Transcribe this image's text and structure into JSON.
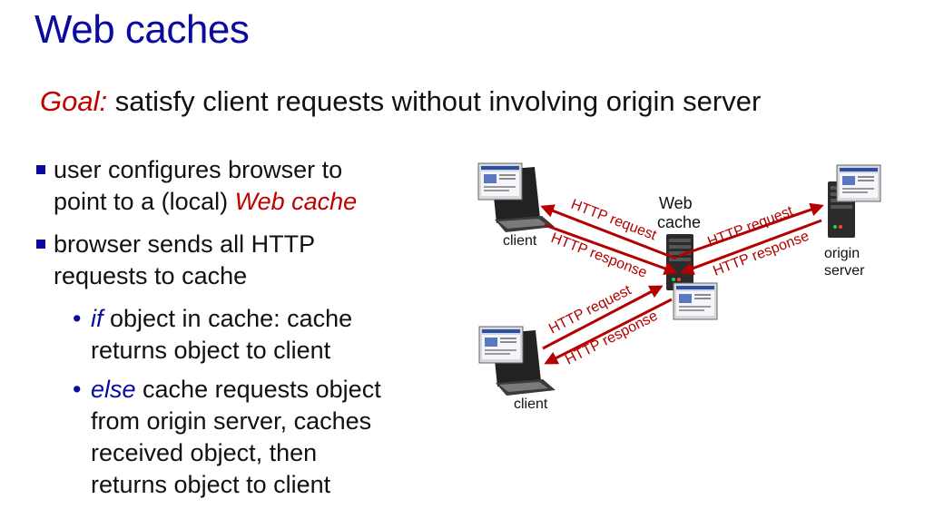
{
  "title": "Web caches",
  "goal": {
    "keyword": "Goal:",
    "text": " satisfy client requests without involving origin server"
  },
  "bullets": {
    "b1": {
      "line1": "user configures browser to",
      "line2_pre": "point to a (local) ",
      "line2_em": "Web cache"
    },
    "b2": {
      "line1": "browser sends all HTTP",
      "line2": "requests to cache"
    },
    "s1": {
      "em": "if",
      "line1": " object in cache: cache",
      "line2": "returns object to client"
    },
    "s2": {
      "em": "else",
      "line1": " cache requests object",
      "line2": "from origin server, caches",
      "line3": "received object, then",
      "line4": "returns object to client"
    }
  },
  "diagram": {
    "client_top": "client",
    "client_bottom": "client",
    "cache_line1": "Web",
    "cache_line2": "cache",
    "origin_line1": "origin",
    "origin_line2": "server",
    "http_request": "HTTP request",
    "http_response": "HTTP response"
  },
  "colors": {
    "title": "#0a0aa0",
    "accent_red": "#c00000",
    "arrow": "#b40000"
  }
}
